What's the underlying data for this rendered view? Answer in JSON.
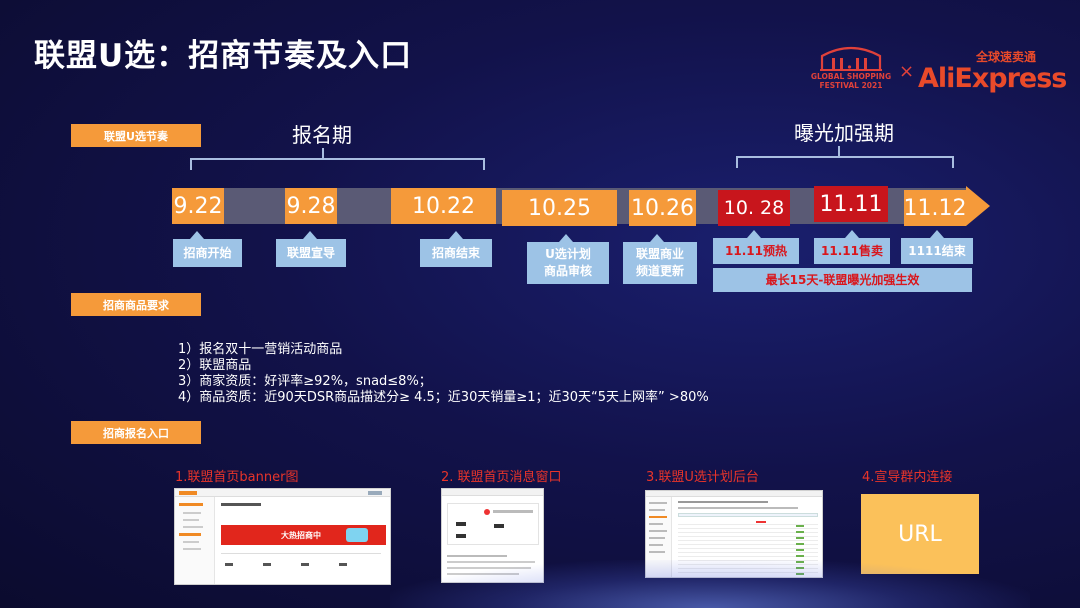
{
  "slide": {
    "title": "联盟U选：招商节奏及入口"
  },
  "logos": {
    "gsf_line1": "GLOBAL SHOPPING",
    "gsf_line2": "FESTIVAL 2021",
    "separator": "×",
    "ae_cn": "全球速卖通",
    "ae_en": "AliExpress"
  },
  "timeline": {
    "tag": "联盟U选节奏",
    "phase1": "报名期",
    "phase2": "曝光加强期",
    "dates": [
      {
        "date": "9.22",
        "label": "招商开始"
      },
      {
        "date": "9.28",
        "label": "联盟宣导"
      },
      {
        "date": "10.22",
        "label": "招商结束"
      },
      {
        "date": "10.25",
        "label": "U选计划 商品审核"
      },
      {
        "date": "10.26",
        "label": "联盟商业 频道更新"
      },
      {
        "date": "10. 28",
        "label": "11.11预热"
      },
      {
        "date": "11.11",
        "label": "11.11售卖"
      },
      {
        "date": "11.12",
        "label": "1111结束"
      }
    ],
    "note": "最长15天-联盟曝光加强生效",
    "colors": {
      "orange": "#f59a3a",
      "red": "#c8151c",
      "label_bg": "#9dc3e6",
      "bar": "#5a5a75"
    }
  },
  "requirements": {
    "tag": "招商商品要求",
    "items": [
      "1）报名双十一营销活动商品",
      "2）联盟商品",
      "3）商家资质：好评率≥92%，snad≤8%；",
      "4）商品资质：近90天DSR商品描述分≥  4.5；近30天销量≥1；近30天“5天上网率”  >80%"
    ]
  },
  "entries": {
    "tag": "招商报名入口",
    "items": [
      {
        "title": "1.联盟首页banner图",
        "thumb_banner": "大热招商中"
      },
      {
        "title": "2. 联盟首页消息窗口"
      },
      {
        "title": "3.联盟U选计划后台"
      },
      {
        "title": "4.宣导群内连接",
        "box": "URL"
      }
    ]
  }
}
